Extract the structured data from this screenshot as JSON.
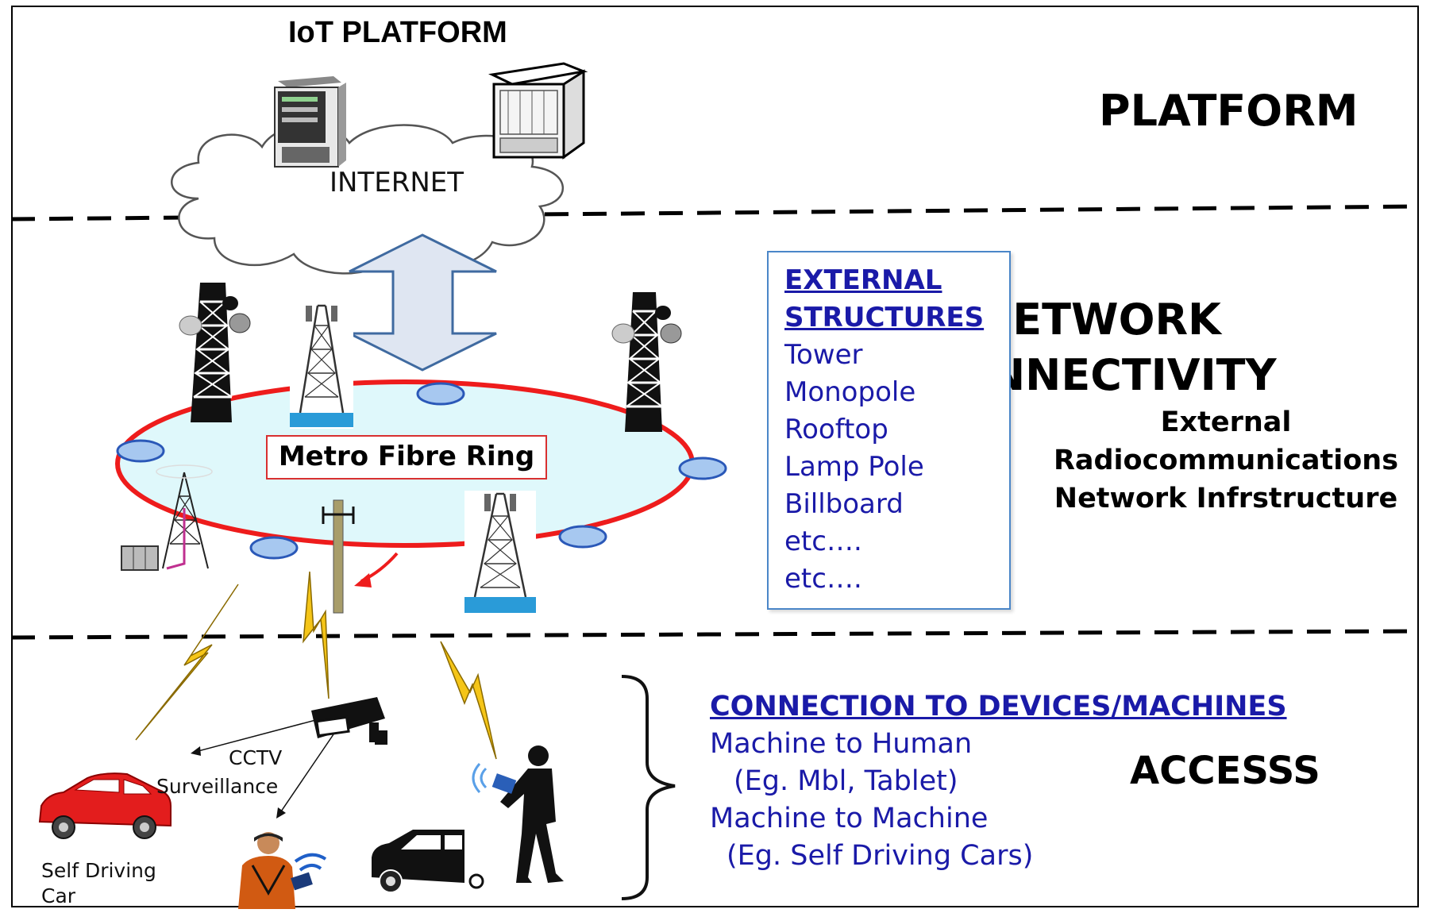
{
  "platform": {
    "title": "IoT PLATFORM",
    "cloud_label": "INTERNET"
  },
  "layers": {
    "platform": "PLATFORM",
    "network_line1": "NETWORK",
    "network_line2": "CONNECTIVITY",
    "network_sub1": "External",
    "network_sub2": "Radiocommunications",
    "network_sub3": "Network Infrstructure",
    "access": "ACCESSS"
  },
  "external_structures": {
    "title_line1": "EXTERNAL",
    "title_line2": "STRUCTURES",
    "items": [
      "Tower",
      "Monopole",
      "Rooftop",
      "Lamp Pole",
      "Billboard",
      "etc….",
      "etc…."
    ]
  },
  "ring_label": "Metro Fibre Ring",
  "connection": {
    "title": "CONNECTION TO DEVICES/MACHINES",
    "line1": "Machine to Human",
    "line2": "(Eg. Mbl, Tablet)",
    "line3": "Machine to Machine",
    "line4": "(Eg. Self Driving Cars)"
  },
  "device_labels": {
    "cctv_line1": "CCTV",
    "cctv_line2": "Surveillance",
    "car_line1": "Self Driving",
    "car_line2": "Car"
  },
  "colors": {
    "ring_fill": "#dff8fb",
    "ring_stroke": "#ee1c1c",
    "node_fill": "#a7c8f0",
    "arrow_fill": "#dfe6f2",
    "arrow_stroke": "#3f6aa0",
    "bolt_fill": "#f5c518",
    "link_text": "#1a1aa8",
    "box_border": "#4a86c8"
  }
}
